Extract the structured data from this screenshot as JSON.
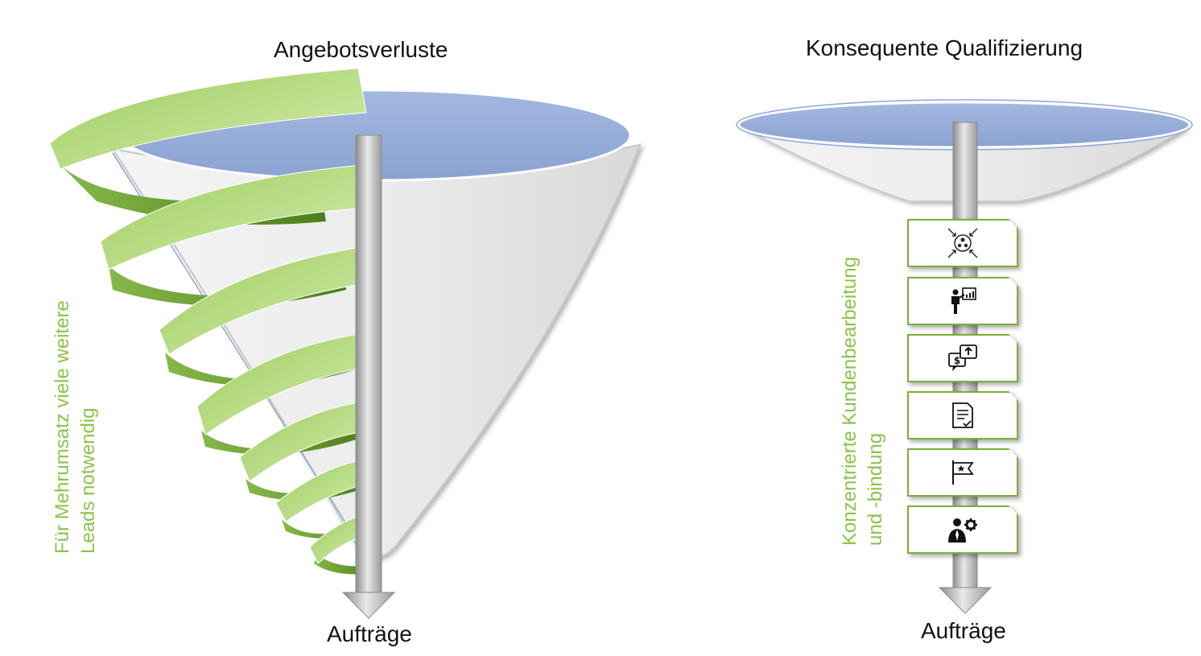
{
  "left": {
    "title": "Angebotsverluste",
    "side_text": [
      "Für Mehrumsatz viele weitere",
      "Leads notwendig"
    ],
    "bottom": "Aufträge"
  },
  "right": {
    "title": "Konsequente Qualifizierung",
    "side_text": [
      "Konzentrierte Kundenbearbeitung",
      "und -bindung"
    ],
    "bottom": "Aufträge",
    "steps": [
      {
        "icon": "network-people-icon"
      },
      {
        "icon": "presenter-chart-icon"
      },
      {
        "icon": "money-chat-icon"
      },
      {
        "icon": "document-check-icon"
      },
      {
        "icon": "flag-star-icon"
      },
      {
        "icon": "businessman-gear-icon"
      }
    ]
  },
  "colors": {
    "green_light": "#c5e59a",
    "green_dark": "#5e8f22",
    "funnel_blue": "#8fa8d6",
    "text_green": "#8bc34a"
  }
}
